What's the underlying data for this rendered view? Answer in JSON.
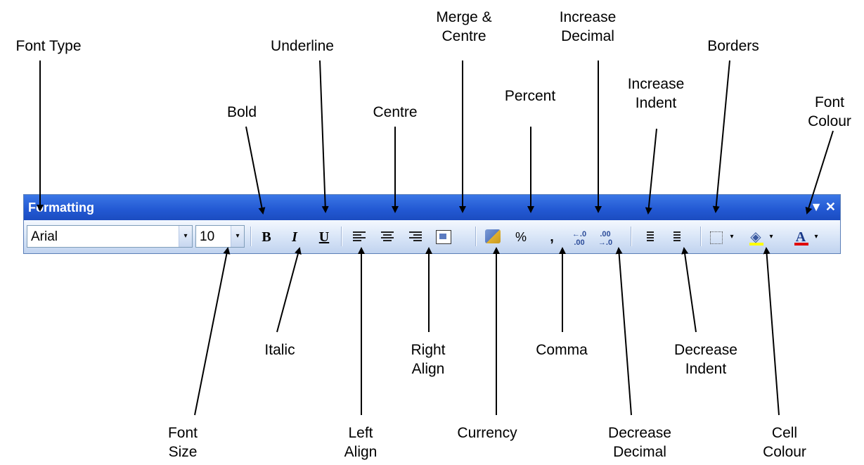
{
  "toolbar": {
    "title": "Formatting",
    "menu_glyph": "▼",
    "close_glyph": "✕",
    "font_name": "Arial",
    "font_size": "10",
    "dropdown_glyph": "▾",
    "bold_glyph": "B",
    "italic_glyph": "I",
    "underline_glyph": "U",
    "percent_glyph": "%",
    "comma_glyph": ",",
    "increase_decimal_glyph": "←.0\n.00",
    "decrease_decimal_glyph": ".00\n→.0",
    "font_colour_glyph": "A",
    "cell_colour_glyph": "◈"
  },
  "labels": {
    "font_type": "Font Type",
    "underline": "Underline",
    "merge_centre": "Merge &\nCentre",
    "increase_decimal": "Increase\nDecimal",
    "borders": "Borders",
    "bold": "Bold",
    "centre": "Centre",
    "percent": "Percent",
    "increase_indent": "Increase\nIndent",
    "font_colour": "Font\nColour",
    "italic": "Italic",
    "right_align": "Right\nAlign",
    "comma": "Comma",
    "decrease_indent": "Decrease\nIndent",
    "font_size": "Font\nSize",
    "left_align": "Left\nAlign",
    "currency": "Currency",
    "decrease_decimal": "Decrease\nDecimal",
    "cell_colour": "Cell\nColour"
  },
  "icons": {
    "left_align": "align-left-icon",
    "centre": "align-center-icon",
    "right_align": "align-right-icon",
    "merge_centre": "merge-and-center-icon",
    "currency": "currency-icon",
    "increase_indent": "increase-indent-icon",
    "decrease_indent": "decrease-indent-icon",
    "borders": "borders-icon"
  },
  "colors": {
    "titlebar": "#2258d2",
    "cell_colour_fill": "#ffff00",
    "font_colour_fill": "#e00000"
  }
}
